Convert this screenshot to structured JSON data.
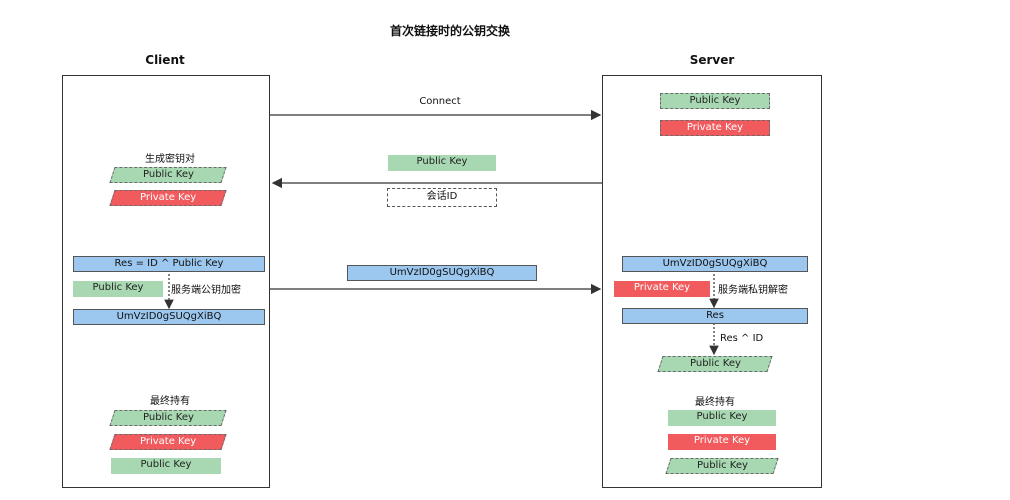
{
  "title": "首次链接时的公钥交换",
  "client": {
    "heading": "Client",
    "generate_label": "生成密钥对",
    "gen_public": "Public Key",
    "gen_private": "Private Key",
    "res_formula": "Res = ID ^ Public Key",
    "server_public": "Public Key",
    "encrypt_label": "服务端公钥加密",
    "encrypted": "UmVzID0gSUQgXiBQ",
    "final_label": "最终持有",
    "final_public": "Public Key",
    "final_private": "Private Key",
    "final_server_public": "Public Key"
  },
  "server": {
    "heading": "Server",
    "own_public": "Public Key",
    "own_private": "Private Key",
    "received": "UmVzID0gSUQgXiBQ",
    "private_key": "Private Key",
    "decrypt_label": "服务端私钥解密",
    "res": "Res",
    "xor_label": "Res ^ ID",
    "derived_public": "Public Key",
    "final_label": "最终持有",
    "final_public": "Public Key",
    "final_private": "Private Key",
    "final_client_public": "Public Key"
  },
  "messages": {
    "connect": "Connect",
    "server_public": "Public Key",
    "session_id": "会话ID",
    "encrypted_payload": "UmVzID0gSUQgXiBQ"
  }
}
